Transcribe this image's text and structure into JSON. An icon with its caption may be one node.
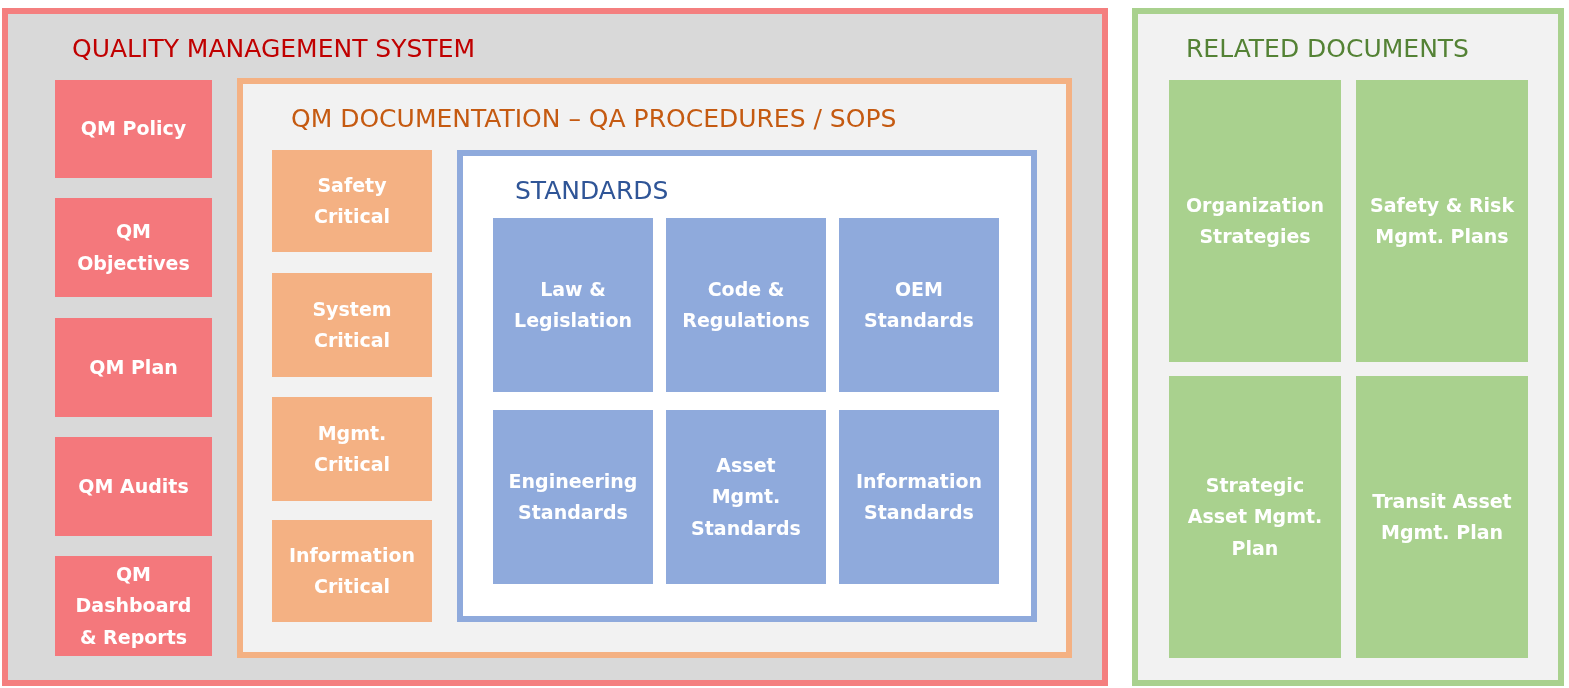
{
  "diagram": {
    "nodes": [
      {
        "text": [
          "QUALITY MANAGEMENT SYSTEM"
        ]
      },
      {
        "text": [
          "QM Policy"
        ],
        "in": 0
      },
      {
        "text": [
          "QM Objectives"
        ],
        "in": 0
      },
      {
        "text": [
          "QM Plan"
        ],
        "in": 0
      },
      {
        "text": [
          "QM Audits"
        ],
        "in": 0
      },
      {
        "text": [
          "QM Dashboard & Reports"
        ],
        "in": 0
      },
      {
        "text": [
          "QM DOCUMENTATION – QA PROCEDURES / SOPS"
        ],
        "in": 0
      },
      {
        "text": [
          "Safety Critical"
        ],
        "in": 6
      },
      {
        "text": [
          "System Critical"
        ],
        "in": 6
      },
      {
        "text": [
          "Mgmt. Critical"
        ],
        "in": 6
      },
      {
        "text": [
          "Information Critical"
        ],
        "in": 6
      },
      {
        "text": [
          "STANDARDS"
        ],
        "in": 6
      },
      {
        "text": [
          "Law & Legislation"
        ],
        "in": 11
      },
      {
        "text": [
          "Code & Regulations"
        ],
        "in": 11
      },
      {
        "text": [
          "OEM Standards"
        ],
        "in": 11
      },
      {
        "text": [
          "Engineering Standards"
        ],
        "in": 11
      },
      {
        "text": [
          "Asset Mgmt. Standards"
        ],
        "in": 11
      },
      {
        "text": [
          "Information Standards"
        ],
        "in": 11
      },
      {
        "text": [
          "RELATED DOCUMENTS"
        ]
      },
      {
        "text": [
          "Organization Strategies"
        ],
        "in": 18
      },
      {
        "text": [
          "Safety & Risk Mgmt. Plans"
        ],
        "in": 18
      },
      {
        "text": [
          "Strategic Asset Mgmt. Plan"
        ],
        "in": 18
      },
      {
        "text": [
          "Transit Asset Mgmt. Plan"
        ],
        "in": 18
      }
    ]
  }
}
